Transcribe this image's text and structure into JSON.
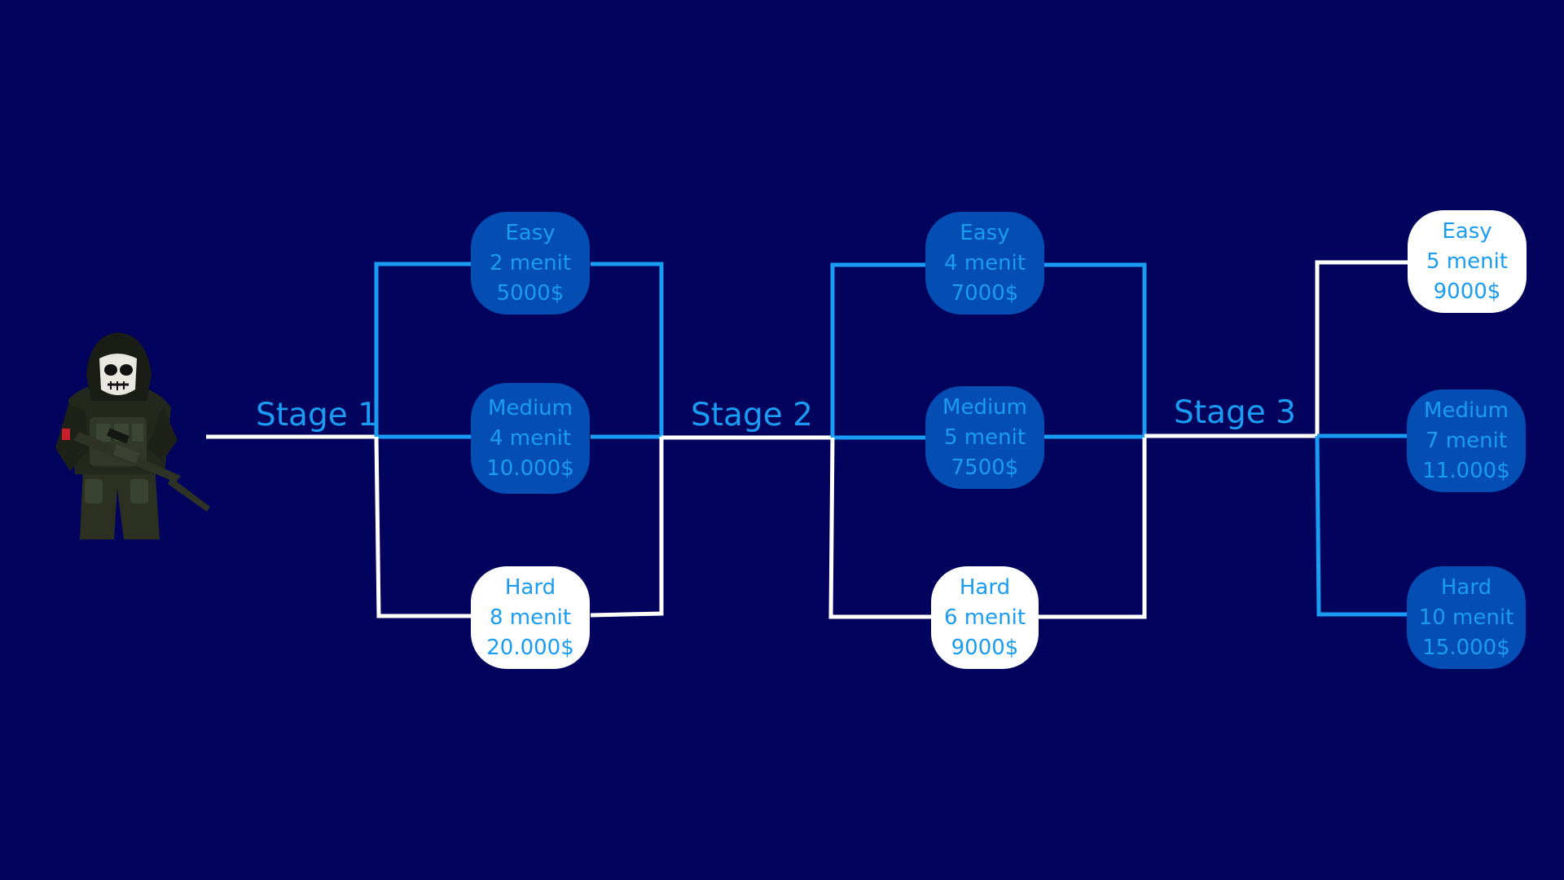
{
  "colors": {
    "background": "#02035c",
    "blue_path": "#1a9cf3",
    "white_path": "#ffffff",
    "node_blue": "#044db2",
    "node_white": "#ffffff",
    "text": "#1a9cf3"
  },
  "character": {
    "icon": "soldier-icon"
  },
  "stages": [
    {
      "label": "Stage 1",
      "options": [
        {
          "difficulty": "Easy",
          "time": "2 menit",
          "reward": "5000$",
          "style": "blue"
        },
        {
          "difficulty": "Medium",
          "time": "4 menit",
          "reward": "10.000$",
          "style": "blue"
        },
        {
          "difficulty": "Hard",
          "time": "8 menit",
          "reward": "20.000$",
          "style": "white"
        }
      ]
    },
    {
      "label": "Stage 2",
      "options": [
        {
          "difficulty": "Easy",
          "time": "4 menit",
          "reward": "7000$",
          "style": "blue"
        },
        {
          "difficulty": "Medium",
          "time": "5 menit",
          "reward": "7500$",
          "style": "blue"
        },
        {
          "difficulty": "Hard",
          "time": "6 menit",
          "reward": "9000$",
          "style": "white"
        }
      ]
    },
    {
      "label": "Stage 3",
      "options": [
        {
          "difficulty": "Easy",
          "time": "5 menit",
          "reward": "9000$",
          "style": "white"
        },
        {
          "difficulty": "Medium",
          "time": "7 menit",
          "reward": "11.000$",
          "style": "blue"
        },
        {
          "difficulty": "Hard",
          "time": "10 menit",
          "reward": "15.000$",
          "style": "blue"
        }
      ]
    }
  ]
}
